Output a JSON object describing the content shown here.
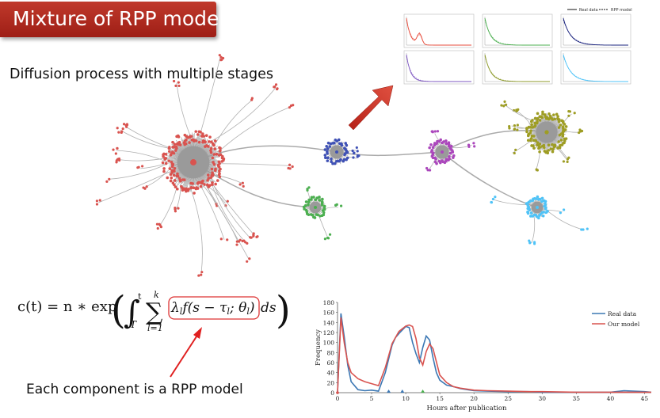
{
  "slide": {
    "title": "Mixture of RPP model",
    "subtitle": "Diffusion process with multiple stages",
    "caption": "Each component is a RPP model"
  },
  "equation": {
    "lhs": "c(t) = n ∗ exp",
    "integral_upper": "t",
    "integral_lower": "T",
    "sum_upper": "k",
    "sum_lower": "l=1",
    "boxed_term": "λ",
    "boxed_sub": "l",
    "boxed_rest": "f(s − τ",
    "boxed_sub2": "l",
    "boxed_rest2": "; θ",
    "boxed_sub3": "l",
    "boxed_close": ")",
    "tail": "ds"
  },
  "mini_charts": {
    "legend": [
      "Real data",
      "RPP model"
    ],
    "colors": [
      "#e74c3c",
      "#4caf50",
      "#1a237e",
      "#7e57c2",
      "#8d9a2b",
      "#4fc3f7"
    ]
  },
  "clusters": [
    {
      "name": "red-cluster",
      "color": "#d9534f"
    },
    {
      "name": "blue-cluster",
      "color": "#3f51b5"
    },
    {
      "name": "green-cluster",
      "color": "#4caf50"
    },
    {
      "name": "purple-cluster",
      "color": "#ab47bc"
    },
    {
      "name": "olive-cluster",
      "color": "#9e9d24"
    },
    {
      "name": "cyan-cluster",
      "color": "#4fc3f7"
    }
  ],
  "chart_data": {
    "type": "line",
    "xlabel": "Hours after publication",
    "ylabel": "Frequency",
    "xlim": [
      0,
      46
    ],
    "ylim": [
      0,
      180
    ],
    "xticks": [
      0,
      5,
      10,
      15,
      20,
      25,
      30,
      35,
      40,
      45
    ],
    "yticks": [
      0,
      20,
      40,
      60,
      80,
      100,
      120,
      140,
      160,
      180
    ],
    "legend_position": "top-right",
    "series": [
      {
        "name": "Real data",
        "color": "#3c78b4",
        "x": [
          0,
          0.5,
          1,
          1.5,
          2,
          3,
          4,
          5,
          6,
          7,
          8,
          8.5,
          9,
          9.5,
          10,
          10.5,
          11,
          11.5,
          12,
          12.5,
          13,
          13.5,
          14,
          14.5,
          15,
          16,
          17,
          18,
          19,
          20,
          22,
          25,
          28,
          30,
          35,
          40,
          42,
          45,
          46
        ],
        "y": [
          0,
          158,
          110,
          55,
          22,
          6,
          4,
          5,
          3,
          40,
          95,
          110,
          118,
          125,
          132,
          130,
          100,
          78,
          60,
          90,
          113,
          105,
          70,
          40,
          25,
          15,
          12,
          8,
          6,
          4,
          3,
          2,
          2,
          1,
          1,
          1,
          4,
          2,
          1
        ]
      },
      {
        "name": "Our model",
        "color": "#d9534f",
        "x": [
          0,
          0.5,
          1,
          1.5,
          2,
          3,
          4,
          5,
          6,
          7,
          8,
          9,
          10,
          10.5,
          11,
          11.5,
          12,
          12.5,
          13,
          13.5,
          14,
          15,
          16,
          17,
          18,
          20,
          22,
          25,
          28,
          30,
          35,
          40,
          45,
          46
        ],
        "y": [
          0,
          150,
          98,
          60,
          40,
          28,
          22,
          18,
          14,
          50,
          98,
          122,
          133,
          135,
          132,
          108,
          70,
          55,
          82,
          97,
          88,
          35,
          20,
          12,
          9,
          5,
          4,
          3,
          2,
          2,
          1,
          1,
          1,
          1
        ]
      }
    ],
    "markers_x": [
      7.5,
      9.5,
      12.5
    ]
  }
}
